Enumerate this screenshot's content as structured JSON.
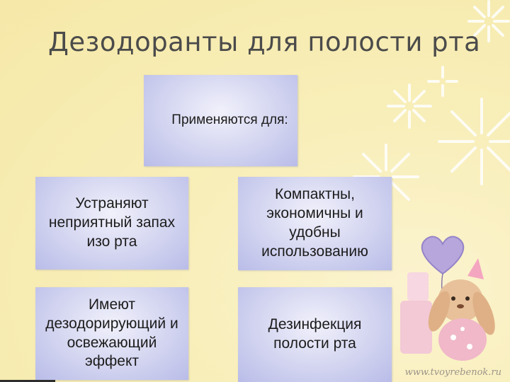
{
  "title": "Дезодоранты для полости рта",
  "diagram": {
    "root": "Применяются для:",
    "items": [
      "Устраняют неприятный запах изо рта",
      "Компактны, экономичны и удобны использованию",
      "Имеют дезодорирующий и освежающий эффект",
      "Дезинфекция полости рта"
    ]
  },
  "watermark": "www.tvoyrebenok.ru",
  "colors": {
    "background": "#f7ecb5",
    "box": "#d2d4f0",
    "text": "#1c1c1c",
    "title": "#4b4b4b"
  },
  "icons": [
    "flower-icon",
    "heart-balloon-icon",
    "toy-bunny-icon"
  ]
}
